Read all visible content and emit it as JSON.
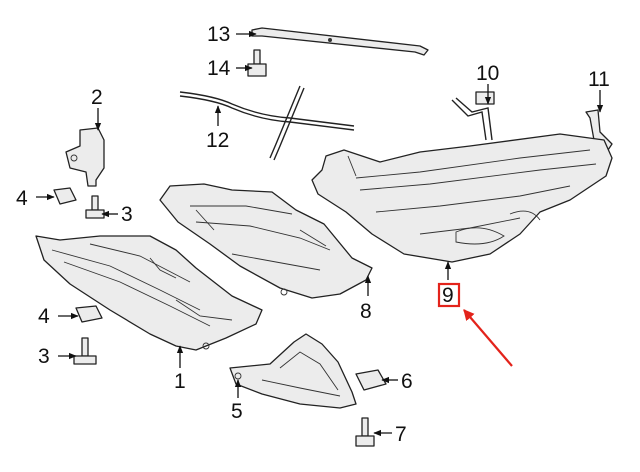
{
  "callouts": {
    "c1": "1",
    "c2": "2",
    "c3a": "3",
    "c3b": "3",
    "c4a": "4",
    "c4b": "4",
    "c5": "5",
    "c6": "6",
    "c7": "7",
    "c8": "8",
    "c9": "9",
    "c10": "10",
    "c11": "11",
    "c12": "12",
    "c13": "13",
    "c14": "14"
  },
  "highlight": {
    "callout": "9",
    "color": "#e3231b"
  }
}
